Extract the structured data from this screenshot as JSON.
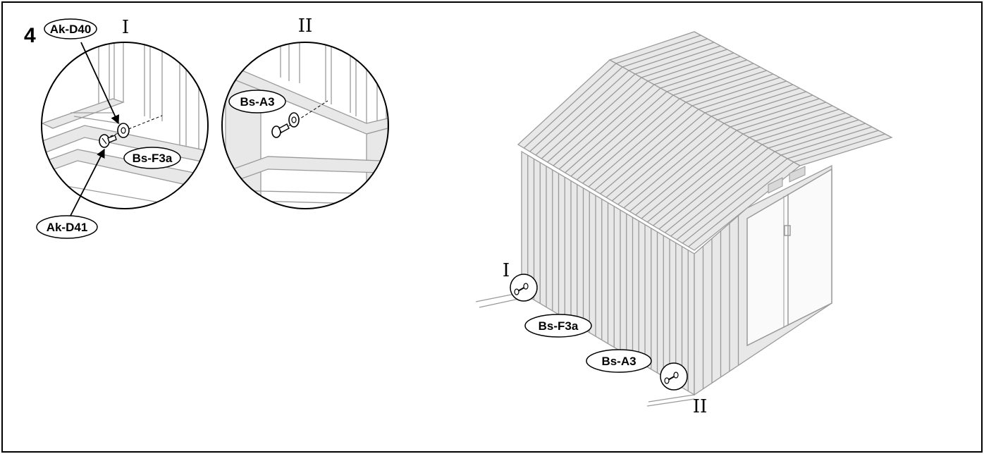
{
  "step_number": "4",
  "detail_views": [
    {
      "roman": "I",
      "labels": {
        "top": "Ak-D40",
        "right": "Bs-F3a",
        "bottom": "Ak-D41"
      }
    },
    {
      "roman": "II",
      "labels": {
        "left": "Bs-A3"
      }
    }
  ],
  "main_view": {
    "callout_left_roman": "I",
    "callout_right_roman": "II",
    "label_1": "Bs-F3a",
    "label_2": "Bs-A3"
  }
}
